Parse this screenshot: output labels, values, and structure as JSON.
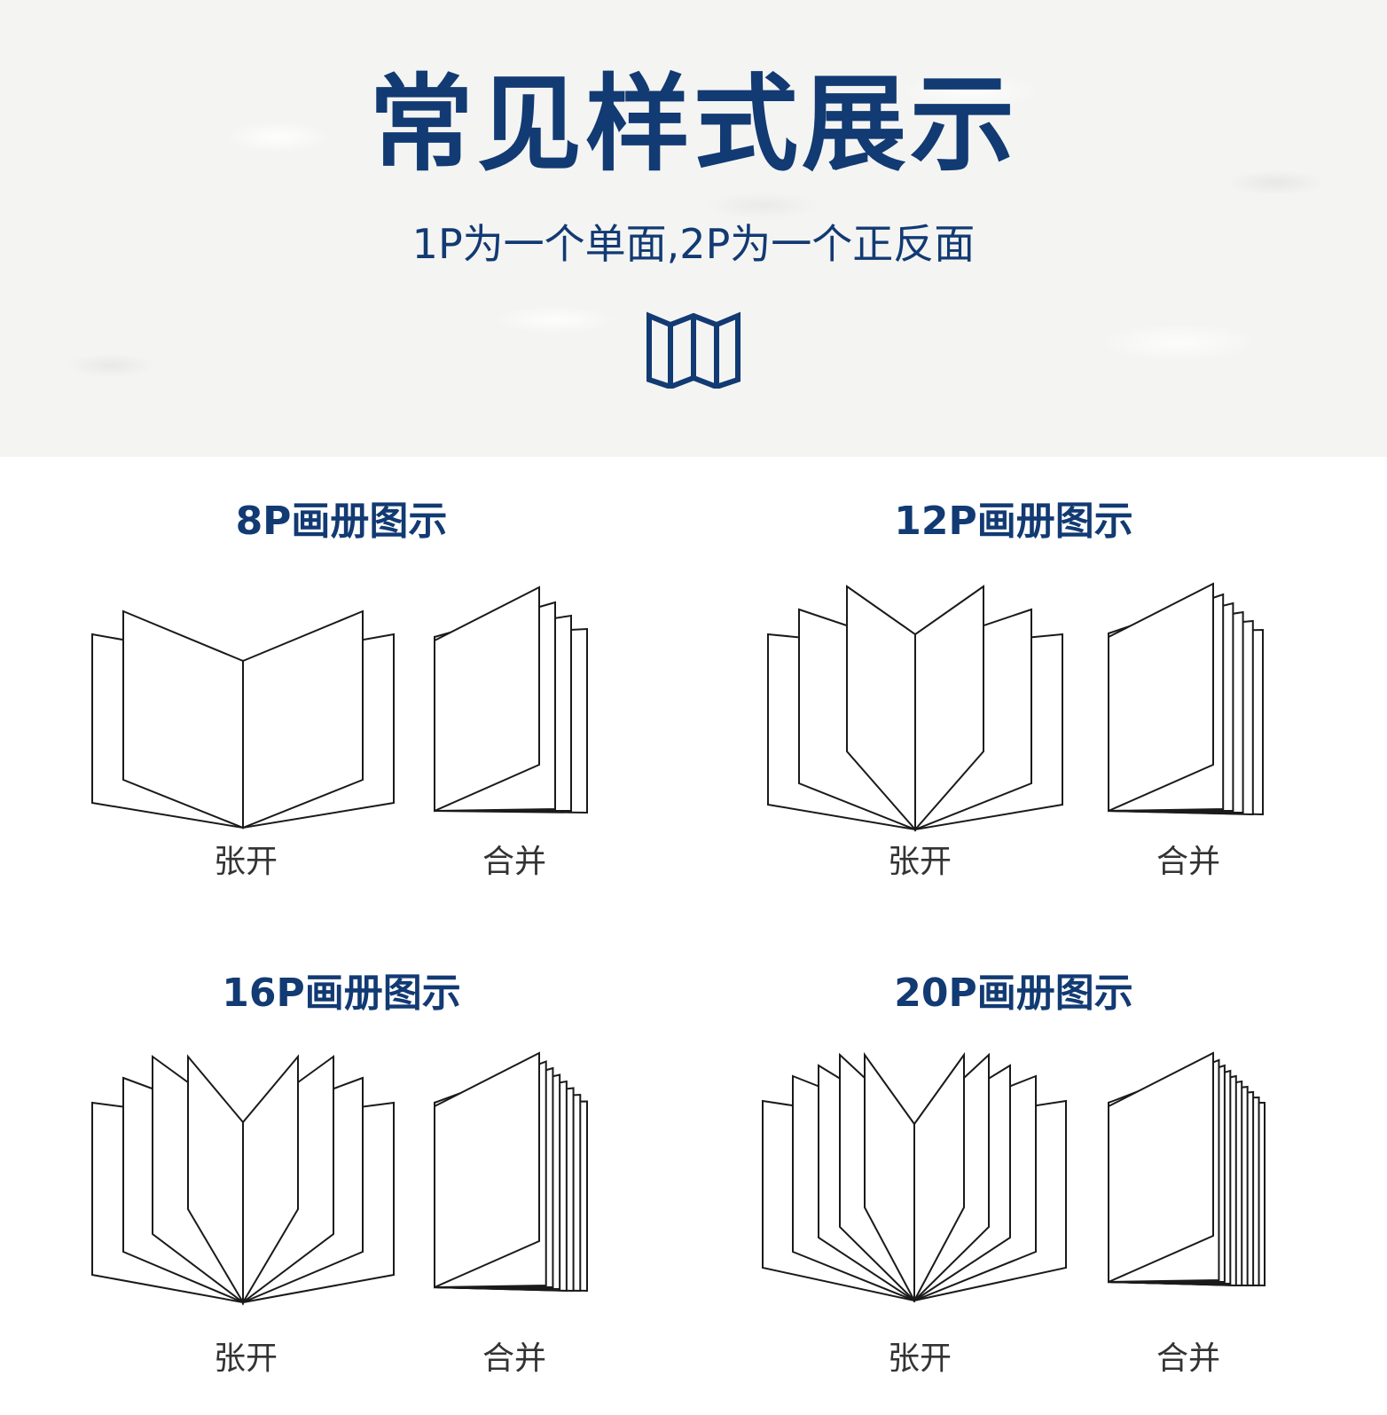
{
  "header": {
    "title": "常见样式展示",
    "subtitle": "1P为一个单面,2P为一个正反面"
  },
  "sections": [
    {
      "title": "8P画册图示",
      "open_label": "张开",
      "closed_label": "合并"
    },
    {
      "title": "12P画册图示",
      "open_label": "张开",
      "closed_label": "合并"
    },
    {
      "title": "16P画册图示",
      "open_label": "张开",
      "closed_label": "合并"
    },
    {
      "title": "20P画册图示",
      "open_label": "张开",
      "closed_label": "合并"
    }
  ],
  "colors": {
    "accent": "#123a73",
    "line": "#1a1a1a",
    "caption": "#333333"
  },
  "icons": [
    "folded-brochure-icon"
  ]
}
